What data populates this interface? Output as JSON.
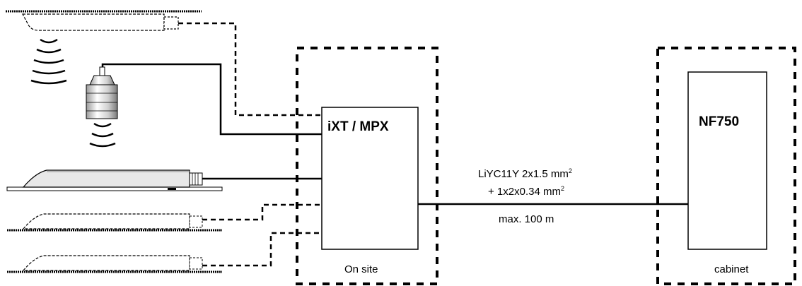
{
  "controller": {
    "name": "iXT / MPX",
    "location": "On site"
  },
  "cabinet_unit": {
    "name": "NF750",
    "location": "cabinet"
  },
  "cable": {
    "type_line1": "LiYC11Y 2x1.5 mm",
    "type_line1_sup": "2",
    "type_line2": "+ 1x2x0.34 mm",
    "type_line2_sup": "2",
    "max_length": "max. 100 m"
  },
  "colors": {
    "line": "#000000",
    "sensor_shading": "#bdbdbd"
  }
}
